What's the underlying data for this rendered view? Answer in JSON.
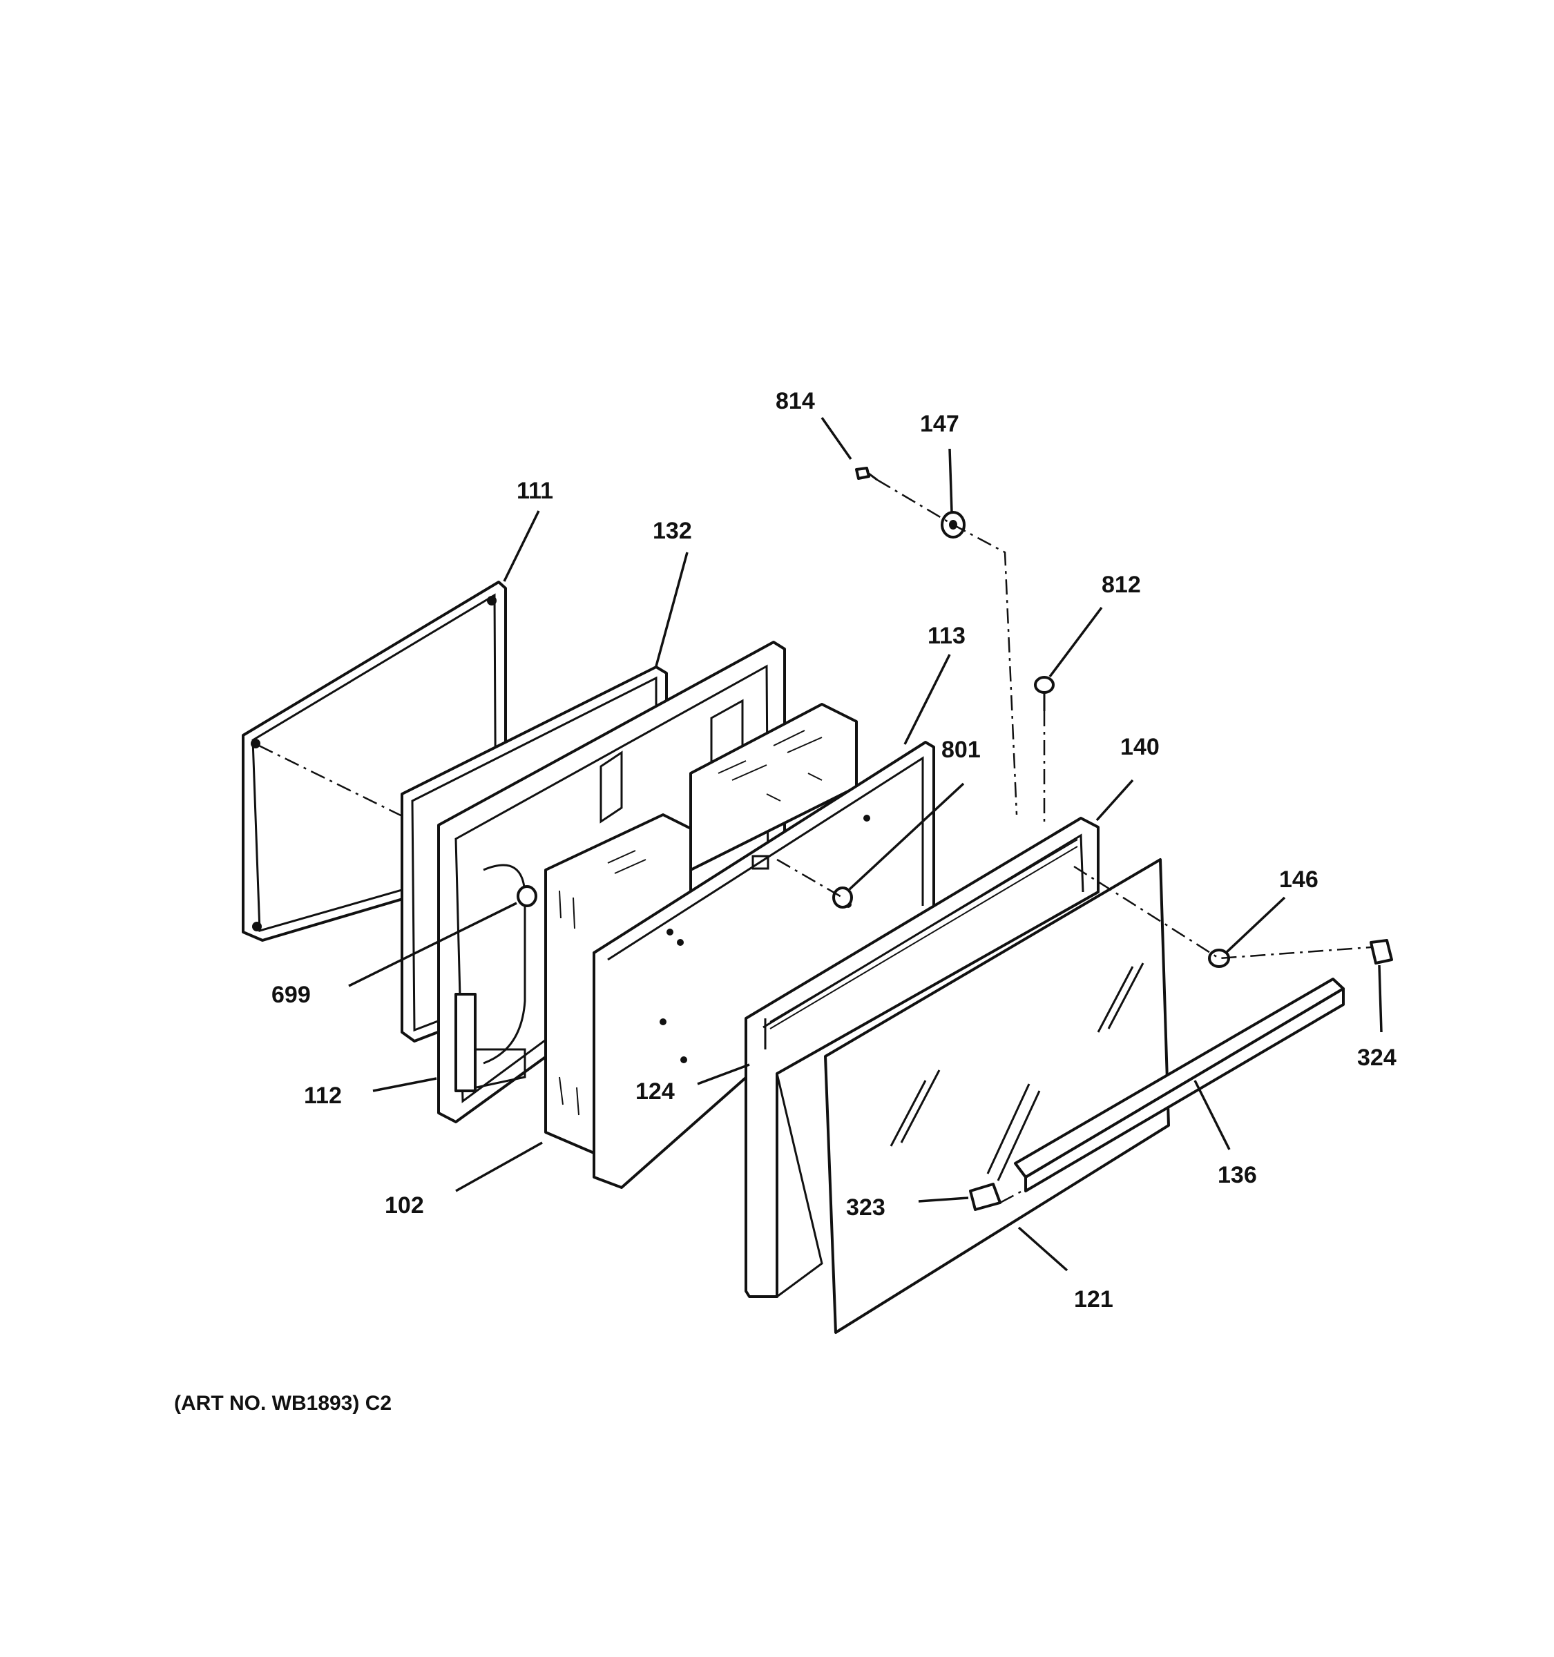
{
  "diagram": {
    "art_number": "(ART NO. WB1893) C2",
    "callouts": [
      {
        "id": "111",
        "text": "111"
      },
      {
        "id": "132",
        "text": "132"
      },
      {
        "id": "113",
        "text": "113"
      },
      {
        "id": "814",
        "text": "814"
      },
      {
        "id": "147",
        "text": "147"
      },
      {
        "id": "812",
        "text": "812"
      },
      {
        "id": "801",
        "text": "801"
      },
      {
        "id": "140",
        "text": "140"
      },
      {
        "id": "146",
        "text": "146"
      },
      {
        "id": "699",
        "text": "699"
      },
      {
        "id": "112",
        "text": "112"
      },
      {
        "id": "124",
        "text": "124"
      },
      {
        "id": "102",
        "text": "102"
      },
      {
        "id": "324",
        "text": "324"
      },
      {
        "id": "136",
        "text": "136"
      },
      {
        "id": "323",
        "text": "323"
      },
      {
        "id": "121",
        "text": "121"
      }
    ]
  }
}
